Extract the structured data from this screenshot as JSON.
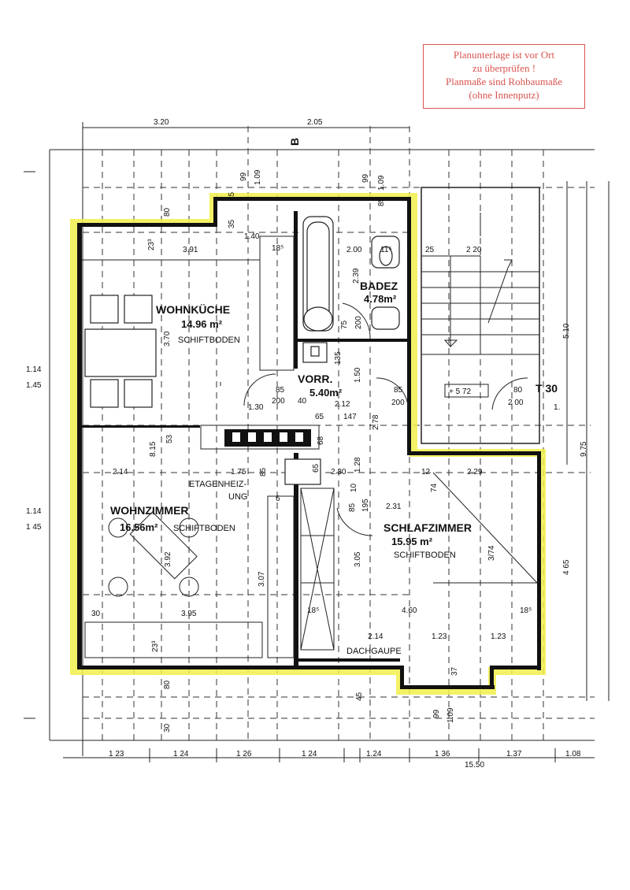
{
  "notice": {
    "line1": "Planunterlage ist vor Ort",
    "line2": "zu überprüfen !",
    "line3": "Planmaße sind Rohbaumaße",
    "line4": "(ohne Innenputz)"
  },
  "axis_label": "B",
  "rooms": {
    "wohnkueche": {
      "name": "WOHNKÜCHE",
      "area": "14.96 m²",
      "floor": "SCHIFTBODEN"
    },
    "badez": {
      "name": "BADEZ",
      "area": "4.78m²"
    },
    "vorr": {
      "name": "VORR.",
      "area": "5.40m²"
    },
    "wohnzimmer": {
      "name": "WOHNZIMMER",
      "area": "16.56m²",
      "floor": "SCHIFTBODEN"
    },
    "schlafzimmer": {
      "name": "SCHLAFZIMMER",
      "area": "15.95 m²",
      "floor": "SCHIFTBODEN"
    }
  },
  "labels": {
    "etagenheizung_1": "ETAGENHEIZ-",
    "etagenheizung_2": "UNG",
    "dachgaupe": "DACHGAUPE",
    "t30": "T 30",
    "stair_level": "+ 5 72"
  },
  "dims": {
    "top_320": "3.20",
    "top_205": "2.05",
    "d391": "3.91",
    "d140": "1.40",
    "d185a": "18⁵",
    "d200a": "2.00",
    "d115": "11⁵",
    "d25": "25",
    "d220": "2 20",
    "d239": "2.39",
    "d75": "75",
    "d200v": "200",
    "d135": "135",
    "d150": "1.50",
    "d85a": "85",
    "d200b": "200",
    "d40": "40",
    "d212": "2.12",
    "d130": "1.30",
    "d65a": "65",
    "d147": "147",
    "d278": "2.78",
    "d85b": "85",
    "d200c": "200",
    "d80b": "80",
    "d200d": "2 00",
    "d53": "53",
    "d815": "8.15",
    "d68": "68",
    "d214": "2.14",
    "d175": "1.75",
    "d85c": "85",
    "d65b": "65",
    "d230": "2.30",
    "d128": "1.28",
    "d10": "10",
    "d12": "12",
    "d229": "2.29",
    "d74": "74",
    "d6": "6",
    "d85d": "85",
    "d195": "195",
    "d231": "2.31",
    "d392": "3.92",
    "d307": "3.07",
    "d305": "3.05",
    "d374": "3/74",
    "d465": "4 65",
    "d30a": "30",
    "d395": "3.95",
    "d185b": "18⁵",
    "d460": "4.60",
    "d185c": "18⁵",
    "d233a": "23³",
    "d233b": "23³",
    "d214b": "2.14",
    "d123a": "1.23",
    "d123b": "1.23",
    "d37": "37",
    "d80a": "80",
    "d80c": "80",
    "d45a": "45",
    "d35": "35",
    "d45b": "45",
    "d99a": "99",
    "d109a": "1.09",
    "d99b": "99",
    "d85e": "85",
    "d109b": "1.09",
    "d99c": "99",
    "d109c": "1.09",
    "d30b": "30",
    "d370": "3.70",
    "d510": "5.10",
    "d975": "9.75",
    "d1": "1.",
    "left_114a": "1.14",
    "left_145a": "1.45",
    "left_114b": "1.14",
    "left_145b": "1 45"
  },
  "bottom_dims": [
    "1 23",
    "1 24",
    "1 26",
    "1 24",
    "1.24",
    "1 36",
    "1.37",
    "1.08"
  ],
  "bottom_total": "15.50",
  "colors": {
    "highlight": "#f1ee4a",
    "stamp": "#d9534f",
    "ink": "#111111"
  }
}
